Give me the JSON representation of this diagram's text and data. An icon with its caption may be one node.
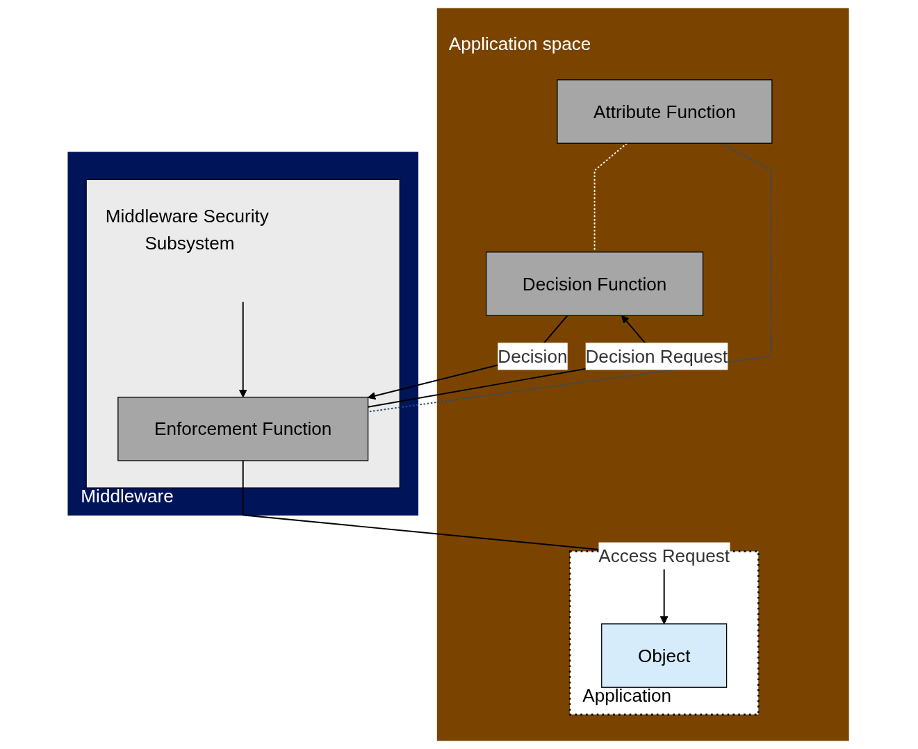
{
  "diagram": {
    "nodes": [
      {
        "text": [
          "Application space"
        ]
      },
      {
        "text": [
          "Application"
        ],
        "in": 0
      },
      {
        "text": [
          "Object"
        ],
        "in": 1
      },
      {
        "text": [
          "Attribute Function"
        ],
        "in": 0
      },
      {
        "text": [
          "Decision Function"
        ],
        "in": 0
      },
      {
        "text": [
          "Middleware"
        ]
      },
      {
        "text": [
          "Middleware Security Subsystem"
        ],
        "in": 5
      },
      {
        "text": [
          "Enforcement Function"
        ],
        "in": 6
      }
    ],
    "edges": [
      {
        "from": null,
        "to": 7,
        "arrow": "to"
      },
      {
        "from": 7,
        "to": 2,
        "label": "Access Request",
        "arrow": "to"
      },
      {
        "from": 7,
        "to": 4,
        "label": "Decision Request",
        "arrow": "to"
      },
      {
        "from": 4,
        "to": 7,
        "label": "Decision",
        "arrow": "to"
      },
      {
        "from": 3,
        "to": 4,
        "arrow": "none",
        "style": "dashed",
        "color": "#ffffff"
      },
      {
        "from": 3,
        "to": 7,
        "arrow": "none",
        "style": "dashed",
        "color": "#1f4e79"
      }
    ]
  }
}
